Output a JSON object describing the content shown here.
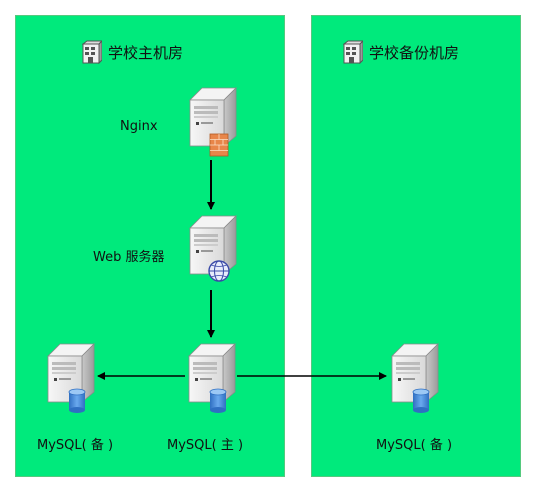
{
  "zones": {
    "main": {
      "title": "学校主机房"
    },
    "backup": {
      "title": "学校备份机房"
    }
  },
  "nodes": {
    "nginx": {
      "label": "Nginx",
      "badge": "firewall-icon"
    },
    "web": {
      "label": "Web 服务器",
      "badge": "globe-icon"
    },
    "mysql_master": {
      "label": "MySQL( 主 )",
      "badge": "database-icon"
    },
    "mysql_slave_main": {
      "label": "MySQL( 备 )",
      "badge": "database-icon"
    },
    "mysql_slave_backup": {
      "label": "MySQL( 备 )",
      "badge": "database-icon"
    }
  },
  "colors": {
    "zone_fill": "#00ea7c",
    "server_body": "#ececec",
    "database": "#3f83d6",
    "firewall": "#e8864a",
    "arrow": "#000000"
  }
}
